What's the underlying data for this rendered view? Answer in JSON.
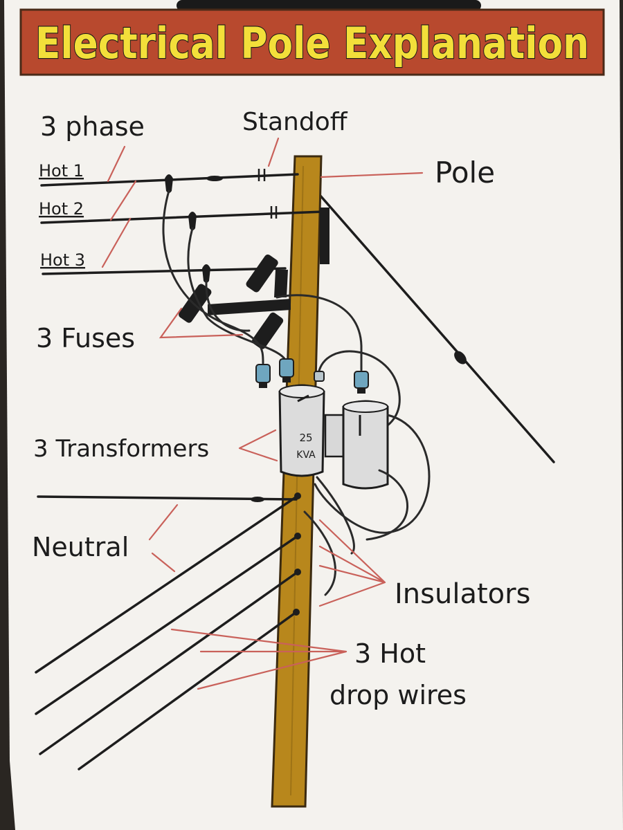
{
  "title": "Electrical Pole Explanation",
  "labels": {
    "three_phase": "3 phase",
    "hot1": "Hot 1",
    "hot2": "Hot 2",
    "hot3": "Hot 3",
    "standoff": "Standoff",
    "pole": "Pole",
    "fuses": "3 Fuses",
    "transformers": "3 Transformers",
    "neutral": "Neutral",
    "insulators": "Insulators",
    "hot_drop_line1": "3 Hot",
    "hot_drop_line2": "drop wires",
    "transformer_rating_line1": "25",
    "transformer_rating_line2": "KVA"
  },
  "colors": {
    "paper": "#f4f2ee",
    "title_band": "#b8492e",
    "title_text": "#f3df3a",
    "pole": "#b8871c",
    "pointer": "#c9615a",
    "wire": "#1d1d1d",
    "bushing": "#6fa6bf"
  }
}
